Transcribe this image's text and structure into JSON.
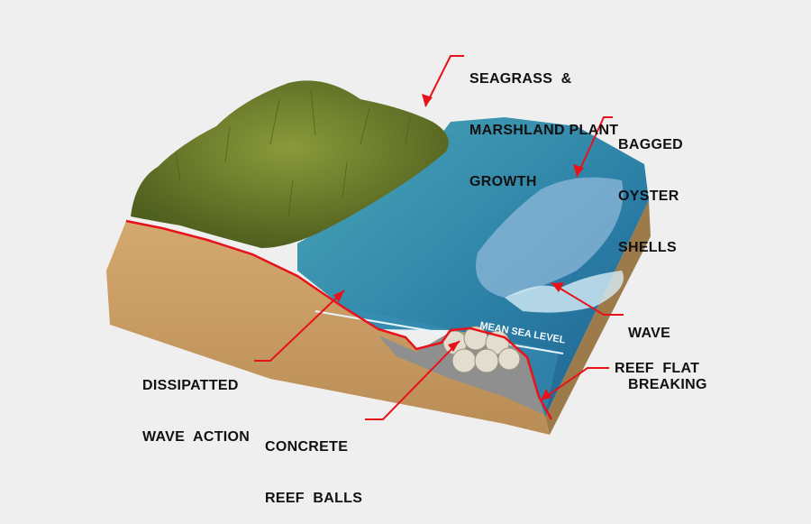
{
  "labels": {
    "seagrass": [
      "SEAGRASS  &",
      "MARSHLAND PLANT",
      "GROWTH"
    ],
    "oyster": [
      "BAGGED",
      "OYSTER",
      "SHELLS"
    ],
    "wave_breaking": [
      "WAVE",
      "BREAKING"
    ],
    "reef_flat": "REEF  FLAT",
    "dissipated": [
      "DISSIPATTED",
      "WAVE  ACTION"
    ],
    "reef_balls": [
      "CONCRETE",
      "REEF  BALLS"
    ],
    "mean_sea_level": "MEAN SEA LEVEL"
  },
  "colors": {
    "background": "#efefef",
    "sand": "#c89c66",
    "water": "#2d86a8",
    "grass": "#6b7a2a",
    "callout": "#e8121a"
  }
}
